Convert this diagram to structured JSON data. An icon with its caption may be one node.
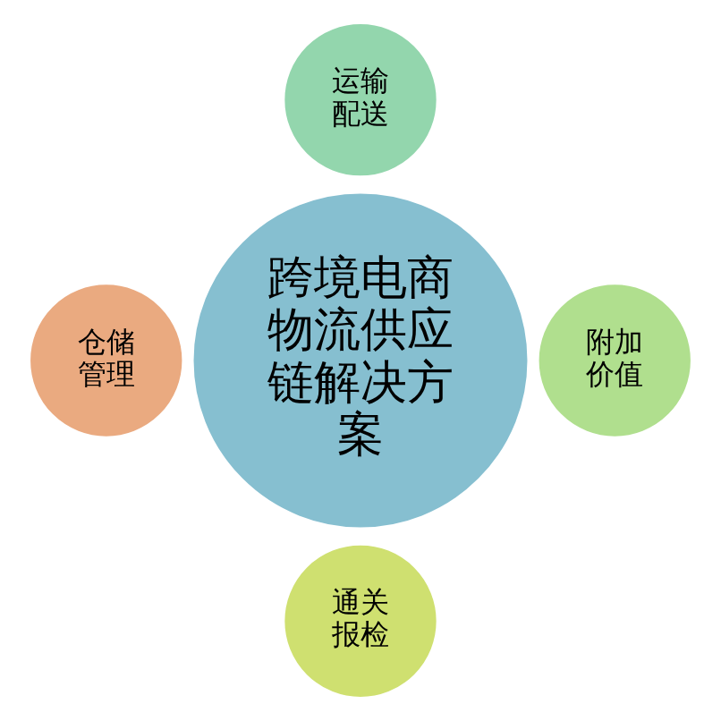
{
  "diagram": {
    "nodes": [
      {
        "text": [
          "运输配送"
        ]
      },
      {
        "text": [
          "仓储管理"
        ]
      },
      {
        "text": [
          "跨境电商物流供应链解决方案"
        ]
      },
      {
        "text": [
          "附加价值"
        ]
      },
      {
        "text": [
          "通关报检"
        ]
      }
    ],
    "edges": []
  }
}
